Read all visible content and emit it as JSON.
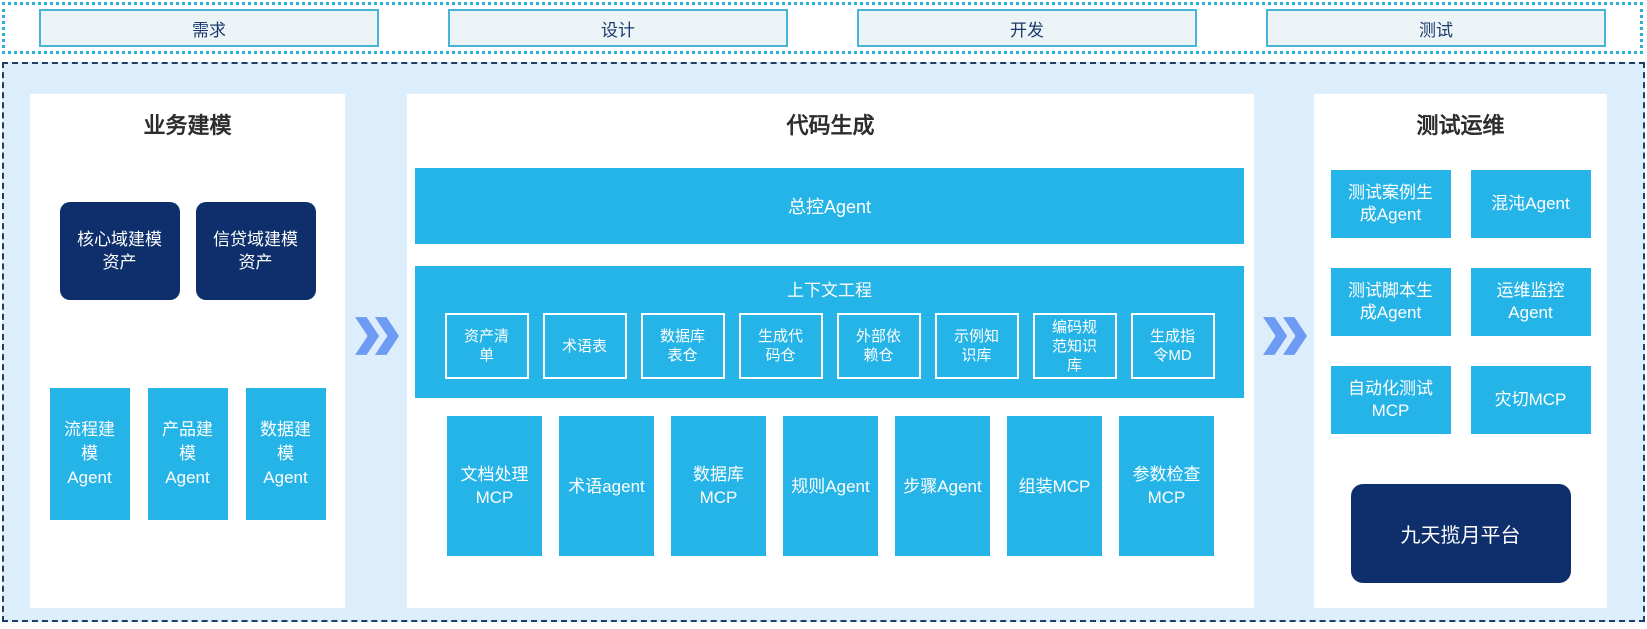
{
  "colors": {
    "cyan": "#25b4e8",
    "navy": "#0e2f6b",
    "arrow": "#6d9bf3",
    "strip-border": "#2ab1d8",
    "phase-border": "#47b5d8",
    "phase-bg": "#edf4f8",
    "navy-text": "#1b3a6b",
    "main-border": "#1e3f66",
    "main-bg": "#dceefb"
  },
  "phases": [
    "需求",
    "设计",
    "开发",
    "测试"
  ],
  "panels": {
    "business": {
      "title": "业务建模",
      "dark_boxes": [
        "核心域建模资产",
        "信贷域建模资产"
      ],
      "agent_boxes": [
        "流程建模Agent",
        "产品建模Agent",
        "数据建模Agent"
      ]
    },
    "codegen": {
      "title": "代码生成",
      "master_agent": "总控Agent",
      "context_engineering": {
        "title": "上下文工程",
        "items": [
          "资产清单",
          "术语表",
          "数据库表仓",
          "生成代码仓",
          "外部依赖仓",
          "示例知识库",
          "编码规范知识库",
          "生成指令MD"
        ]
      },
      "mcp_row": [
        "文档处理MCP",
        "术语agent",
        "数据库MCP",
        "规则Agent",
        "步骤Agent",
        "组装MCP",
        "参数检查MCP"
      ]
    },
    "testops": {
      "title": "测试运维",
      "grid": [
        "测试案例生成Agent",
        "混沌Agent",
        "测试脚本生成Agent",
        "运维监控Agent",
        "自动化测试MCP",
        "灾切MCP"
      ],
      "platform": "九天揽月平台"
    }
  }
}
